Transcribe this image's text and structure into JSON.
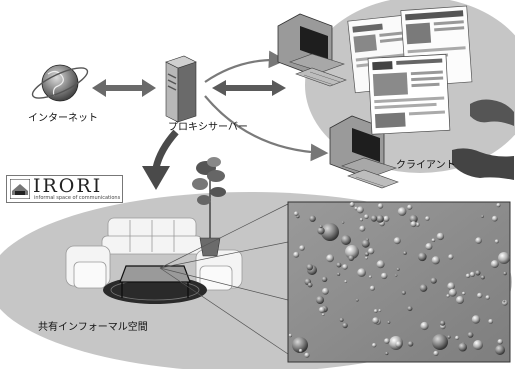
{
  "labels": {
    "internet": "インターネット",
    "proxy": "プロキシサーバー",
    "client": "クライアント",
    "space": "共有インフォーマル空間"
  },
  "logo": {
    "word": "IRORI",
    "tagline": "informal space of communications"
  },
  "colors": {
    "ellipse": "#c6c6c6",
    "arrow": "#666666",
    "panel": "#8f8f8f",
    "text": "#111111"
  }
}
